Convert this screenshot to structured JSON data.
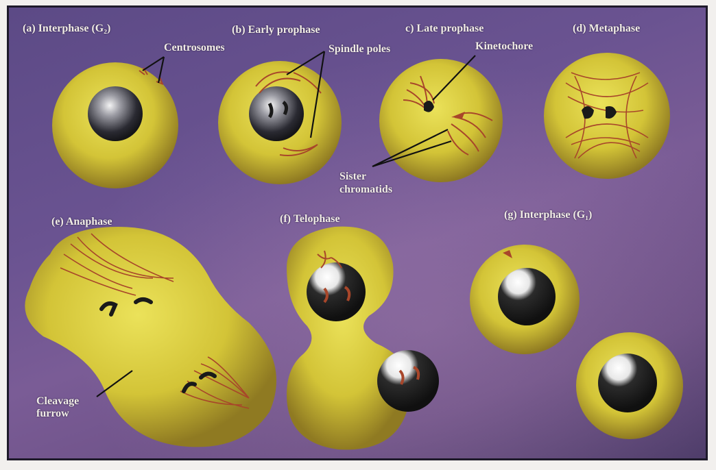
{
  "stages": {
    "a": "(a) Interphase (G₂)",
    "b": "(b) Early prophase",
    "c": "c) Late prophase",
    "d": "(d) Metaphase",
    "e": "(e) Anaphase",
    "f": "(f) Telophase",
    "g": "(g) Interphase (G₁)"
  },
  "annotations": {
    "centrosomes": "Centrosomes",
    "spindle_poles": "Spindle poles",
    "kinetochore": "Kinetochore",
    "sister_chromatids_1": "Sister",
    "sister_chromatids_2": "chromatids",
    "cleavage_furrow_1": "Cleavage",
    "cleavage_furrow_2": "furrow"
  },
  "colors": {
    "background": "#6a5391",
    "cytoplasm": "#d9cc3a",
    "nucleus": "#2a2a30",
    "spindle": "#a8462a",
    "label_text": "#f1ece6"
  }
}
